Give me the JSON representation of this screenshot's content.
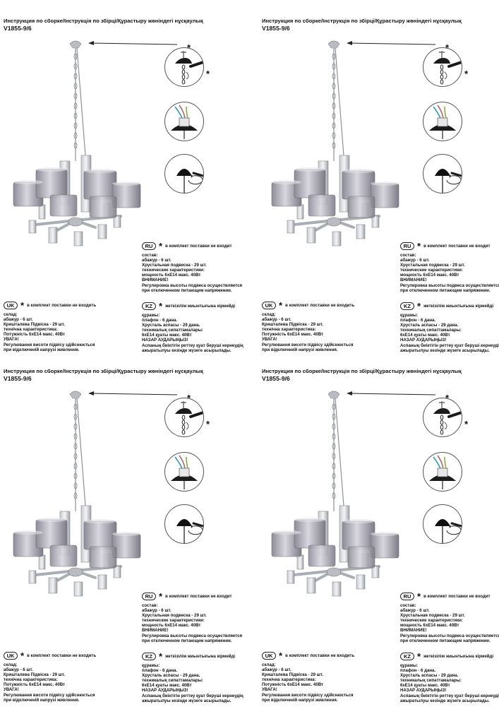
{
  "header": {
    "title": "Инструкция по сборке/Інструкція по збірці/Құрастыру жөніндегі нұсқаулық",
    "model": "V1855-9/6"
  },
  "star_glyph": "*",
  "ru": {
    "code": "RU",
    "note": "в комплект поставки не входит",
    "lines": [
      "состав:",
      "абажур - 6 шт.",
      "Хрустальная подвеска - 29 шт.",
      "технические характеристики:",
      "мощность 6хЕ14 макс. 40Вт",
      "ВНИМАНИЕ!",
      "Регулировка высоты подвеса осуществляется",
      "при отключенном питающем напряжении."
    ]
  },
  "uk": {
    "code": "UK",
    "note": "в комплект поставки не входить",
    "lines": [
      "склад:",
      "абажур - 6 шт.",
      "Кришталева Підвіска - 29 шт.",
      "технічна характеристика:",
      "Потужність 6хЕ14 макс. 40Вт",
      "УВАГА!",
      "Регулювання висоти підвісу здійснюється",
      "при відключеній напрузі живлення."
    ]
  },
  "kz": {
    "code": "KZ",
    "note": "жеткізілім жиынтығына кірмейді",
    "lines": [
      "құрамы:",
      "плафон - 6 дана.",
      "Хрусталь аспасы - 29 дана.",
      "техникалық сипаттамалары:",
      "6хЕ14 қуаты макс. 40Вт",
      "НАЗАР АУДАРЫҢЫЗ!",
      "Аспаның биіктігін реттеу қуат беруші кернеудің",
      "ажыратылуы кезінде жүзеге асырылады."
    ]
  },
  "icons": [
    "chandelier-illustration",
    "ceiling-mount-hook-icon",
    "wiring-terminal-icon",
    "canopy-rotate-icon"
  ],
  "colors": {
    "text": "#111111",
    "metal": "#b9bdc3",
    "shade": "#9d9ba6",
    "canopy": "#1a1a1a"
  }
}
